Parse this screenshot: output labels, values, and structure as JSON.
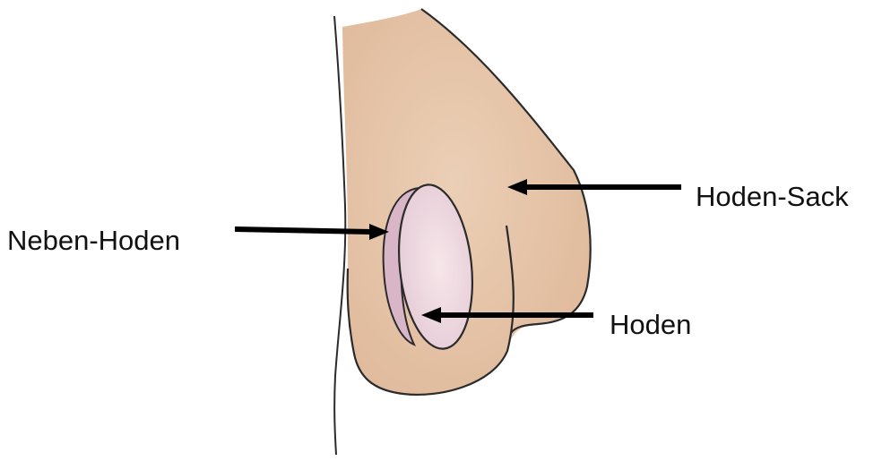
{
  "labels": {
    "neben_hoden": "Neben-Hoden",
    "hoden_sack": "Hoden-Sack",
    "hoden": "Hoden"
  },
  "colors": {
    "skin": "#e9c9ad",
    "skin_shadow": "#dcb394",
    "testis": "#efd6df",
    "epididymis": "#d7b3c6",
    "outline": "#2b2b2b",
    "arrow": "#000000"
  },
  "icons": {
    "arrows": "left-arrow-icon"
  }
}
